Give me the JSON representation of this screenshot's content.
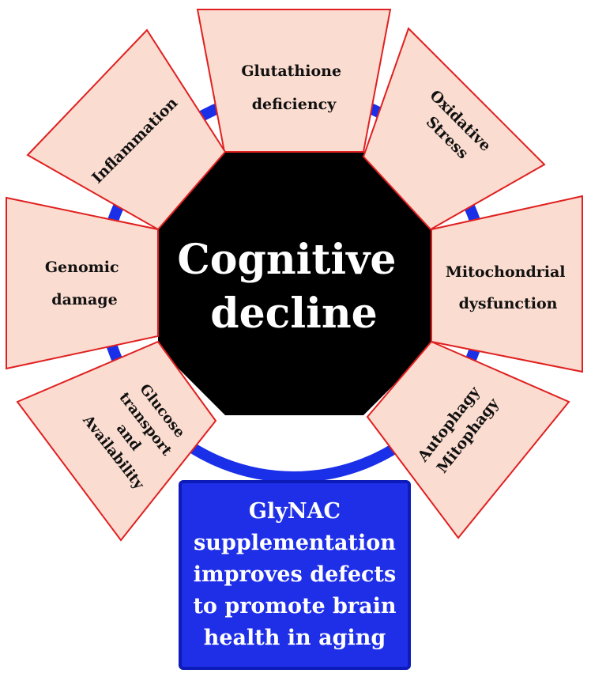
{
  "diagram": {
    "center": {
      "lines": [
        "Cognitive",
        "decline"
      ]
    },
    "factors": [
      {
        "id": "glutathione",
        "lines": [
          "Glutathione",
          "deficiency"
        ]
      },
      {
        "id": "oxidative",
        "lines": [
          "Oxidative",
          "Stress"
        ]
      },
      {
        "id": "mitochondrial",
        "lines": [
          "Mitochondrial",
          "dysfunction"
        ]
      },
      {
        "id": "autophagy",
        "lines": [
          "Autophagy",
          "Mitophagy"
        ]
      },
      {
        "id": "glucose",
        "lines": [
          "Glucose",
          "transport",
          "and",
          "Availability"
        ]
      },
      {
        "id": "genomic",
        "lines": [
          "Genomic",
          "damage"
        ]
      },
      {
        "id": "inflammation",
        "lines": [
          "Inflammation"
        ]
      }
    ],
    "outcome": {
      "lines": [
        "GlyNAC",
        "supplementation",
        "improves defects",
        "to promote brain",
        "health in aging"
      ]
    },
    "colors": {
      "ring": "#1a2fe8",
      "factor_fill": "#fbdcd0",
      "factor_stroke": "#e02020",
      "center_fill": "#000000",
      "outcome_fill": "#1f2fe8"
    }
  }
}
